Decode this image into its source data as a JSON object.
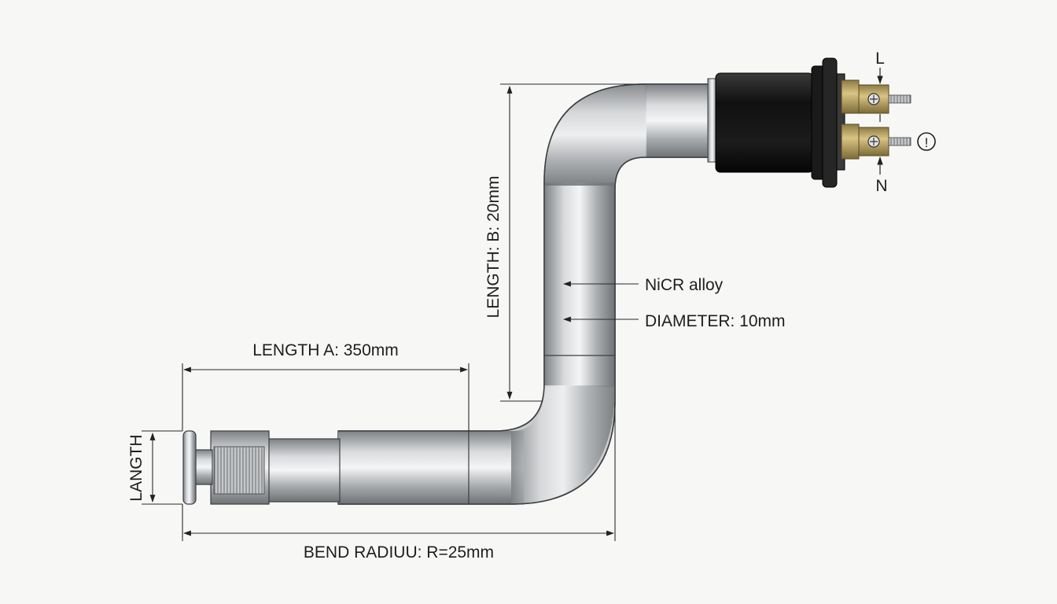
{
  "diagram": {
    "labels": {
      "length_a": "LENGTH A: 350mm",
      "length_b": "LENGTH: B: 20mm",
      "flange_length": "LANGTH",
      "bend_radius": "BEND RADIUU: R=25mm",
      "material": "NiCR alloy",
      "diameter": "DIAMETER: 10mm",
      "terminal_top": "L",
      "terminal_bottom": "N",
      "warning_symbol": "!"
    },
    "colors": {
      "tube_dark": "#8a8d90",
      "tube_light": "#f2f3f4",
      "insulator": "#1b1b1b",
      "brass": "#c9b06a",
      "dimension_line": "#2a2a2a"
    },
    "icons": {
      "terminal_screw": "screw-icon",
      "warning": "warning-icon"
    }
  }
}
